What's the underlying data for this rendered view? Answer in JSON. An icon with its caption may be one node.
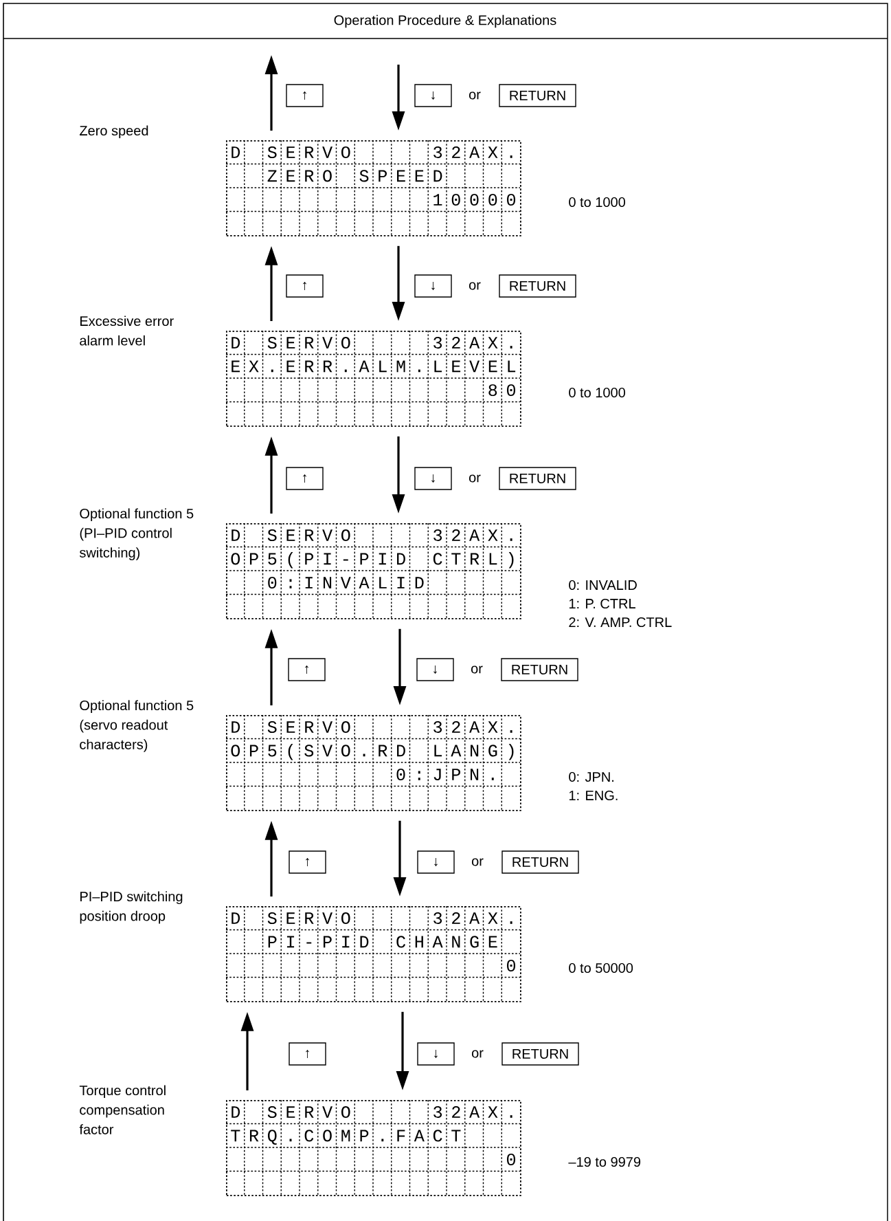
{
  "diagram": {
    "title": "Operation Procedure & Explanations",
    "nodes": [
      {
        "text": [
          "↑"
        ]
      },
      {
        "text": [
          "↓"
        ]
      },
      {
        "text": [
          "RETURN"
        ]
      },
      {
        "text": [
          "D S E R V O 3 2 A X .",
          "Z E R O S P E E D",
          "1 0 0 0 0"
        ],
        "beside": [
          "0 to 1000"
        ]
      },
      {
        "text": [
          "↑"
        ]
      },
      {
        "text": [
          "↓"
        ]
      },
      {
        "text": [
          "RETURN"
        ]
      },
      {
        "text": [
          "D S E R V O 3 2 A X .",
          "E X . E R R . A L M . L E V E L",
          "8 0"
        ],
        "beside": [
          "0 to 1000"
        ]
      },
      {
        "text": [
          "↑"
        ]
      },
      {
        "text": [
          "↓"
        ]
      },
      {
        "text": [
          "RETURN"
        ]
      },
      {
        "text": [
          "D S E R V O 3 2 A X .",
          "O P 5 ( P I - P I D C T R L )",
          "0 : I N V A L I D"
        ],
        "beside": [
          "0: INVALID",
          "1: P. CTRL",
          "2: V. AMP. CTRL"
        ]
      },
      {
        "text": [
          "↑"
        ]
      },
      {
        "text": [
          "↓"
        ]
      },
      {
        "text": [
          "RETURN"
        ]
      },
      {
        "text": [
          "D S E R V O 3 2 A X .",
          "O P 5 ( S V O . R D L A N G )",
          "0 : J P N ."
        ],
        "beside": [
          "0: JPN.",
          "1: ENG."
        ]
      },
      {
        "text": [
          "↑"
        ]
      },
      {
        "text": [
          "↓"
        ]
      },
      {
        "text": [
          "RETURN"
        ]
      },
      {
        "text": [
          "D S E R V O 3 2 A X .",
          "P I - P I D C H A N G E",
          "0"
        ],
        "beside": [
          "0 to 50000"
        ]
      },
      {
        "text": [
          "↑"
        ]
      },
      {
        "text": [
          "↓"
        ]
      },
      {
        "text": [
          "RETURN"
        ]
      },
      {
        "text": [
          "D S E R V O 3 2 A X .",
          "T R Q . C O M P . F A C T",
          "0"
        ],
        "beside": [
          "–19 to 9979"
        ]
      }
    ],
    "edges": [
      {
        "from": 3,
        "to": null,
        "arrow": "to"
      },
      {
        "from": null,
        "to": 3,
        "arrow": "to"
      },
      {
        "from": 7,
        "to": 3,
        "arrow": "to"
      },
      {
        "from": 3,
        "to": 7,
        "arrow": "to"
      },
      {
        "from": 11,
        "to": 7,
        "arrow": "to"
      },
      {
        "from": 7,
        "to": 11,
        "arrow": "to"
      },
      {
        "from": 15,
        "to": 11,
        "arrow": "to"
      },
      {
        "from": 11,
        "to": 15,
        "arrow": "to"
      },
      {
        "from": 19,
        "to": 15,
        "arrow": "to"
      },
      {
        "from": 15,
        "to": 19,
        "arrow": "to"
      },
      {
        "from": 23,
        "to": 19,
        "arrow": "to"
      },
      {
        "from": 19,
        "to": 23,
        "arrow": "to"
      }
    ],
    "labels": [
      "or",
      "Zero speed",
      "or",
      "Excessive error alarm level",
      "or",
      "Optional function 5 (PI–PID control switching)",
      "or",
      "Optional function 5 (servo readout characters)",
      "or",
      "PI–PID switching position droop",
      "or",
      "Torque control compensation factor"
    ]
  }
}
